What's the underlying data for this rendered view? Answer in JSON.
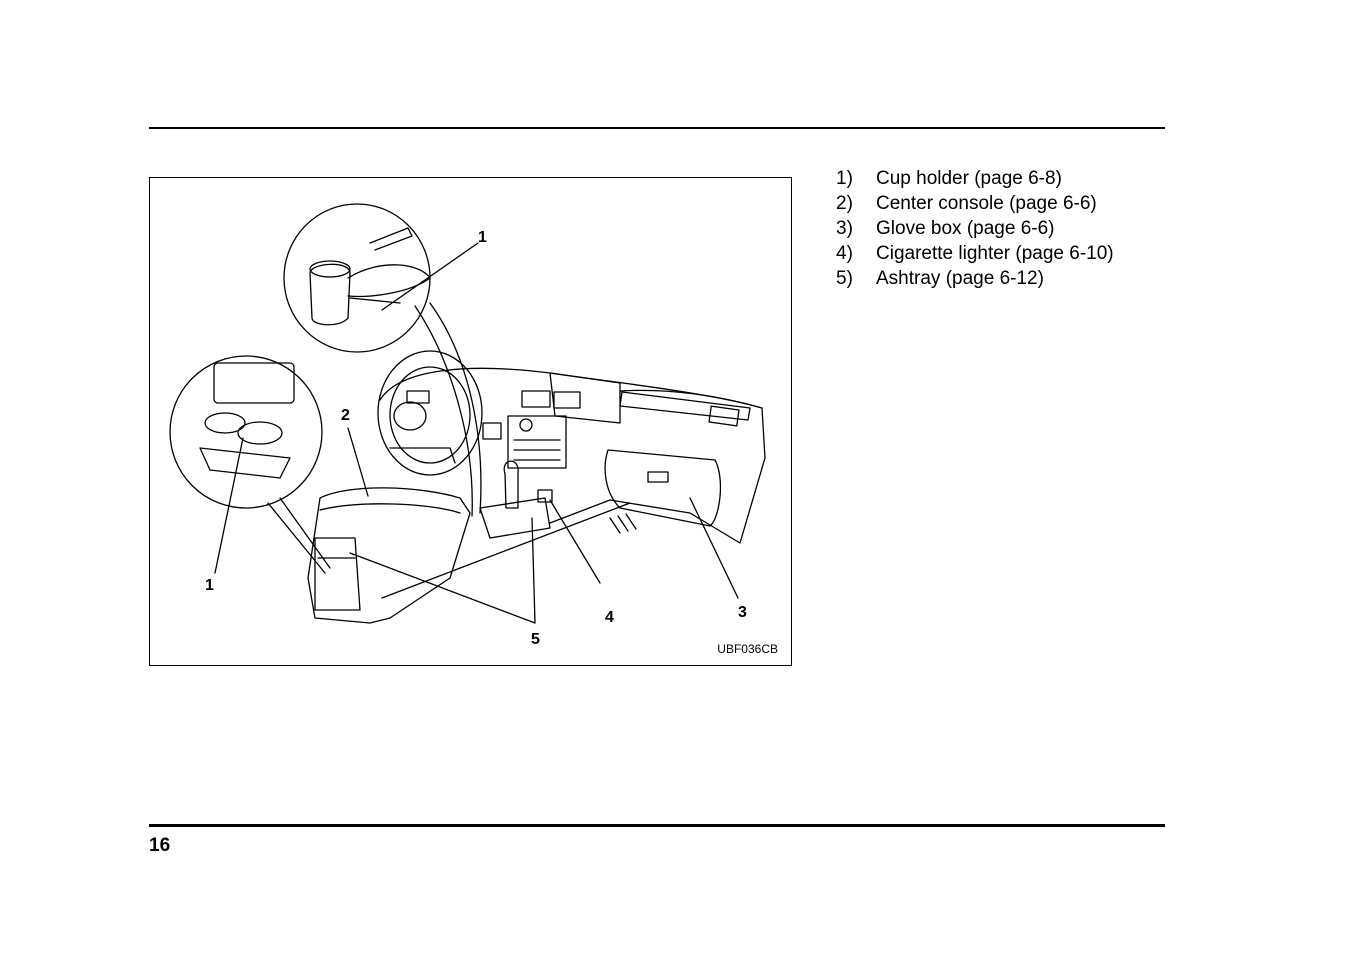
{
  "page_number": "16",
  "figure": {
    "code": "UBF036CB",
    "callouts": [
      "1",
      "2",
      "1",
      "5",
      "4",
      "3"
    ]
  },
  "legend": [
    {
      "num": "1)",
      "text": "Cup holder (page 6-8)"
    },
    {
      "num": "2)",
      "text": "Center console (page 6-6)"
    },
    {
      "num": "3)",
      "text": "Glove box (page 6-6)"
    },
    {
      "num": "4)",
      "text": "Cigarette lighter (page 6-10)"
    },
    {
      "num": "5)",
      "text": "Ashtray (page 6-12)"
    }
  ]
}
